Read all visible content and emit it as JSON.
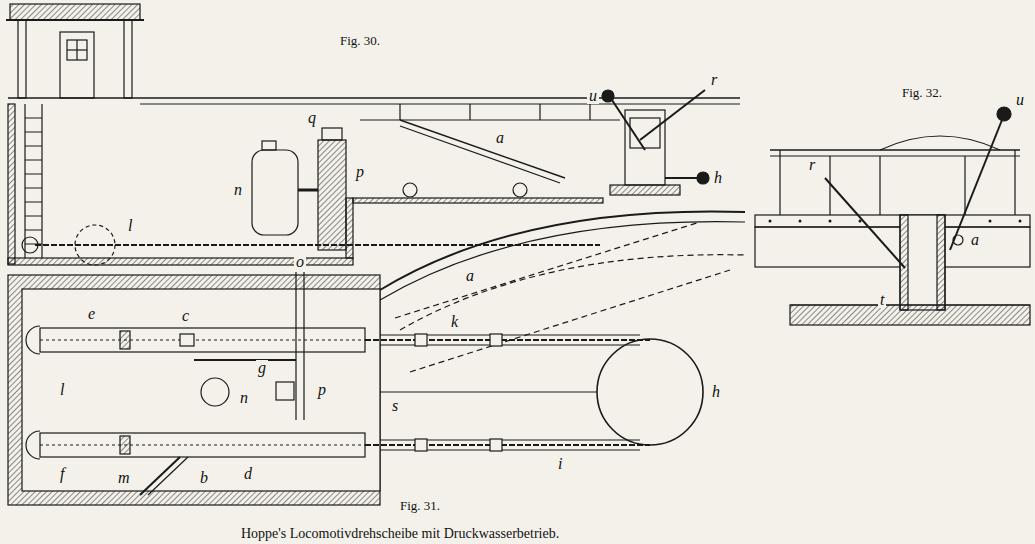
{
  "diagram": {
    "caption": "Hoppe's Locomotivdrehscheibe mit Druckwasserbetrieb.",
    "labels": [
      "Fig. 30.",
      "a",
      "q",
      "l",
      "n",
      "p",
      "u",
      "r",
      "h",
      "Fig. 31.",
      "o",
      "e",
      "c",
      "g",
      "n",
      "p",
      "l",
      "f",
      "m",
      "b",
      "d",
      "s",
      "k",
      "a",
      "h",
      "i",
      "Fig. 32.",
      "r",
      "u",
      "a",
      "t"
    ]
  }
}
